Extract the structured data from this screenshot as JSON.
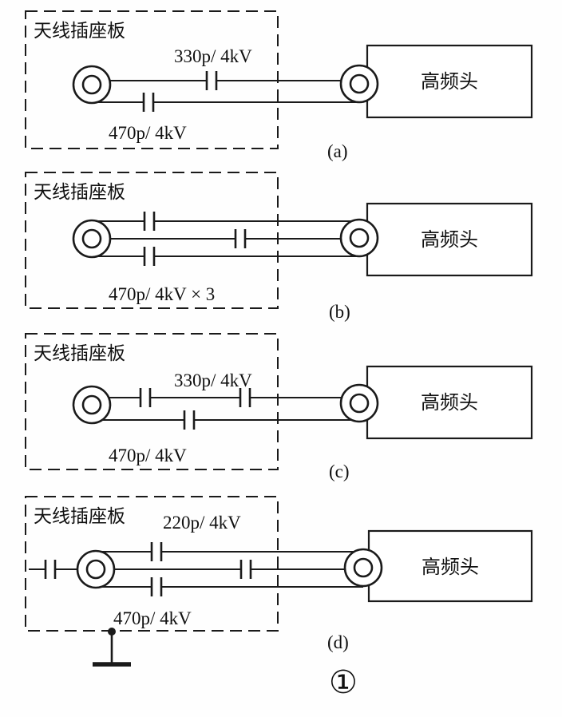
{
  "figure_number": "①",
  "colors": {
    "ink": "#1a1a1a",
    "background": "#fefefe"
  },
  "sections": [
    {
      "id": "a",
      "caption": "(a)",
      "board_label": "天线插座板",
      "head_label": "高频头",
      "cap_top_label": "330p/ 4kV",
      "cap_bottom_label": "470p/ 4kV"
    },
    {
      "id": "b",
      "caption": "(b)",
      "board_label": "天线插座板",
      "head_label": "高频头",
      "cap_bottom_label": "470p/ 4kV × 3"
    },
    {
      "id": "c",
      "caption": "(c)",
      "board_label": "天线插座板",
      "head_label": "高频头",
      "cap_top_label": "330p/ 4kV",
      "cap_bottom_label": "470p/ 4kV"
    },
    {
      "id": "d",
      "caption": "(d)",
      "board_label": "天线插座板",
      "head_label": "高频头",
      "cap_top_label": "220p/ 4kV",
      "cap_bottom_label": "470p/ 4kV"
    }
  ]
}
